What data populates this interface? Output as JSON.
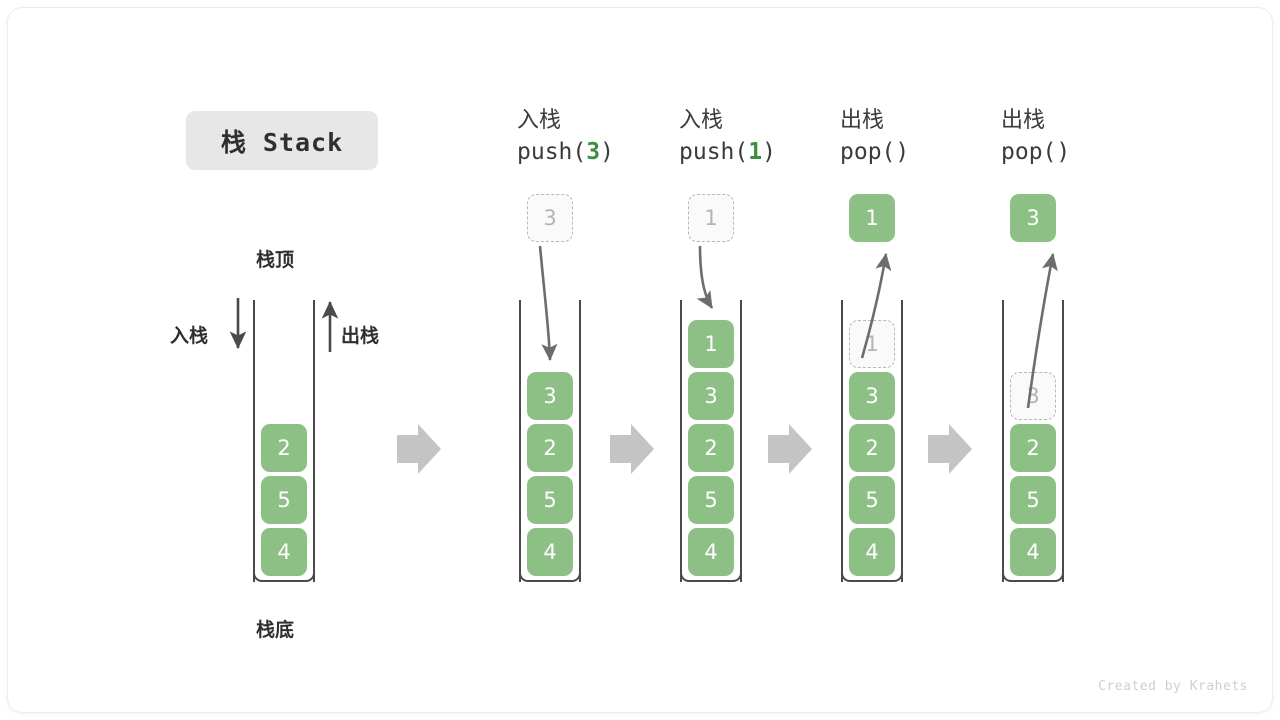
{
  "title": {
    "text": "栈 Stack"
  },
  "credit": {
    "text": "Created by Krahets"
  },
  "legend": {
    "top_label": "栈顶",
    "bottom_label": "栈底",
    "push_label": "入栈",
    "pop_label": "出栈",
    "push_arrow_icon": "arrow-down-icon",
    "pop_arrow_icon": "arrow-up-icon"
  },
  "colors": {
    "element_green": "#8cc084",
    "code_arg_green": "#3e8e41",
    "ghost_border": "#b8b8b8",
    "ghost_fill": "#fafafa",
    "tube_stroke": "#4a4a4a",
    "step_arrow_gray": "#c4c4c4",
    "badge_bg": "#e7e7e7",
    "text_dark": "#2f2f2f"
  },
  "step_arrow_icon": "chevron-right-arrow-icon",
  "initial_stack": {
    "name": "initial-stack",
    "elements": [
      "2",
      "5",
      "4"
    ]
  },
  "steps": [
    {
      "id": "push-3",
      "op_cn": "入栈",
      "op_code_prefix": "push(",
      "op_code_arg": "3",
      "op_code_suffix": ")",
      "incoming": {
        "value": "3",
        "style": "ghost"
      },
      "motion": "down",
      "stack": [
        {
          "value": "3",
          "style": "filled"
        },
        {
          "value": "2",
          "style": "filled"
        },
        {
          "value": "5",
          "style": "filled"
        },
        {
          "value": "4",
          "style": "filled"
        }
      ]
    },
    {
      "id": "push-1",
      "op_cn": "入栈",
      "op_code_prefix": "push(",
      "op_code_arg": "1",
      "op_code_suffix": ")",
      "incoming": {
        "value": "1",
        "style": "ghost"
      },
      "motion": "down",
      "stack": [
        {
          "value": "1",
          "style": "filled"
        },
        {
          "value": "3",
          "style": "filled"
        },
        {
          "value": "2",
          "style": "filled"
        },
        {
          "value": "5",
          "style": "filled"
        },
        {
          "value": "4",
          "style": "filled"
        }
      ]
    },
    {
      "id": "pop-1",
      "op_cn": "出栈",
      "op_code_prefix": "pop(",
      "op_code_arg": "",
      "op_code_suffix": ")",
      "outgoing": {
        "value": "1",
        "style": "filled"
      },
      "motion": "up",
      "stack": [
        {
          "value": "1",
          "style": "ghost"
        },
        {
          "value": "3",
          "style": "filled"
        },
        {
          "value": "2",
          "style": "filled"
        },
        {
          "value": "5",
          "style": "filled"
        },
        {
          "value": "4",
          "style": "filled"
        }
      ]
    },
    {
      "id": "pop-3",
      "op_cn": "出栈",
      "op_code_prefix": "pop(",
      "op_code_arg": "",
      "op_code_suffix": ")",
      "outgoing": {
        "value": "3",
        "style": "filled"
      },
      "motion": "up",
      "stack": [
        {
          "value": "3",
          "style": "ghost"
        },
        {
          "value": "2",
          "style": "filled"
        },
        {
          "value": "5",
          "style": "filled"
        },
        {
          "value": "4",
          "style": "filled"
        }
      ]
    }
  ]
}
